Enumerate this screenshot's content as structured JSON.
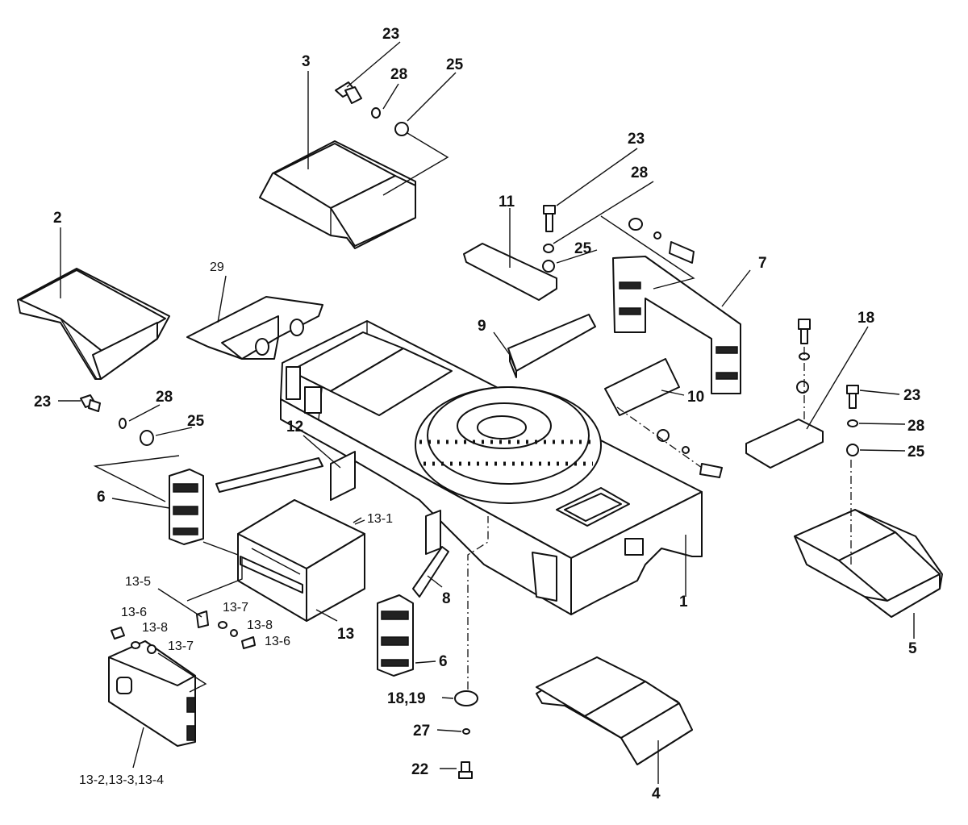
{
  "callouts": {
    "p1": "1",
    "p2": "2",
    "p3": "3",
    "p4": "4",
    "p5": "5",
    "p6a": "6",
    "p6b": "6",
    "p7": "7",
    "p8": "8",
    "p9": "9",
    "p10": "10",
    "p11": "11",
    "p12": "12",
    "p13": "13",
    "p13_1": "13-1",
    "p13_234": "13-2,13-3,13-4",
    "p13_5": "13-5",
    "p13_6a": "13-6",
    "p13_6b": "13-6",
    "p13_7a": "13-7",
    "p13_7b": "13-7",
    "p13_8a": "13-8",
    "p13_8b": "13-8",
    "p18": "18",
    "p18_19": "18,19",
    "p22": "22",
    "p23a": "23",
    "p23b": "23",
    "p23c": "23",
    "p23d": "23",
    "p25a": "25",
    "p25b": "25",
    "p25c": "25",
    "p25d": "25",
    "p27": "27",
    "p28a": "28",
    "p28b": "28",
    "p28c": "28",
    "p28d": "28",
    "p29": "29"
  }
}
